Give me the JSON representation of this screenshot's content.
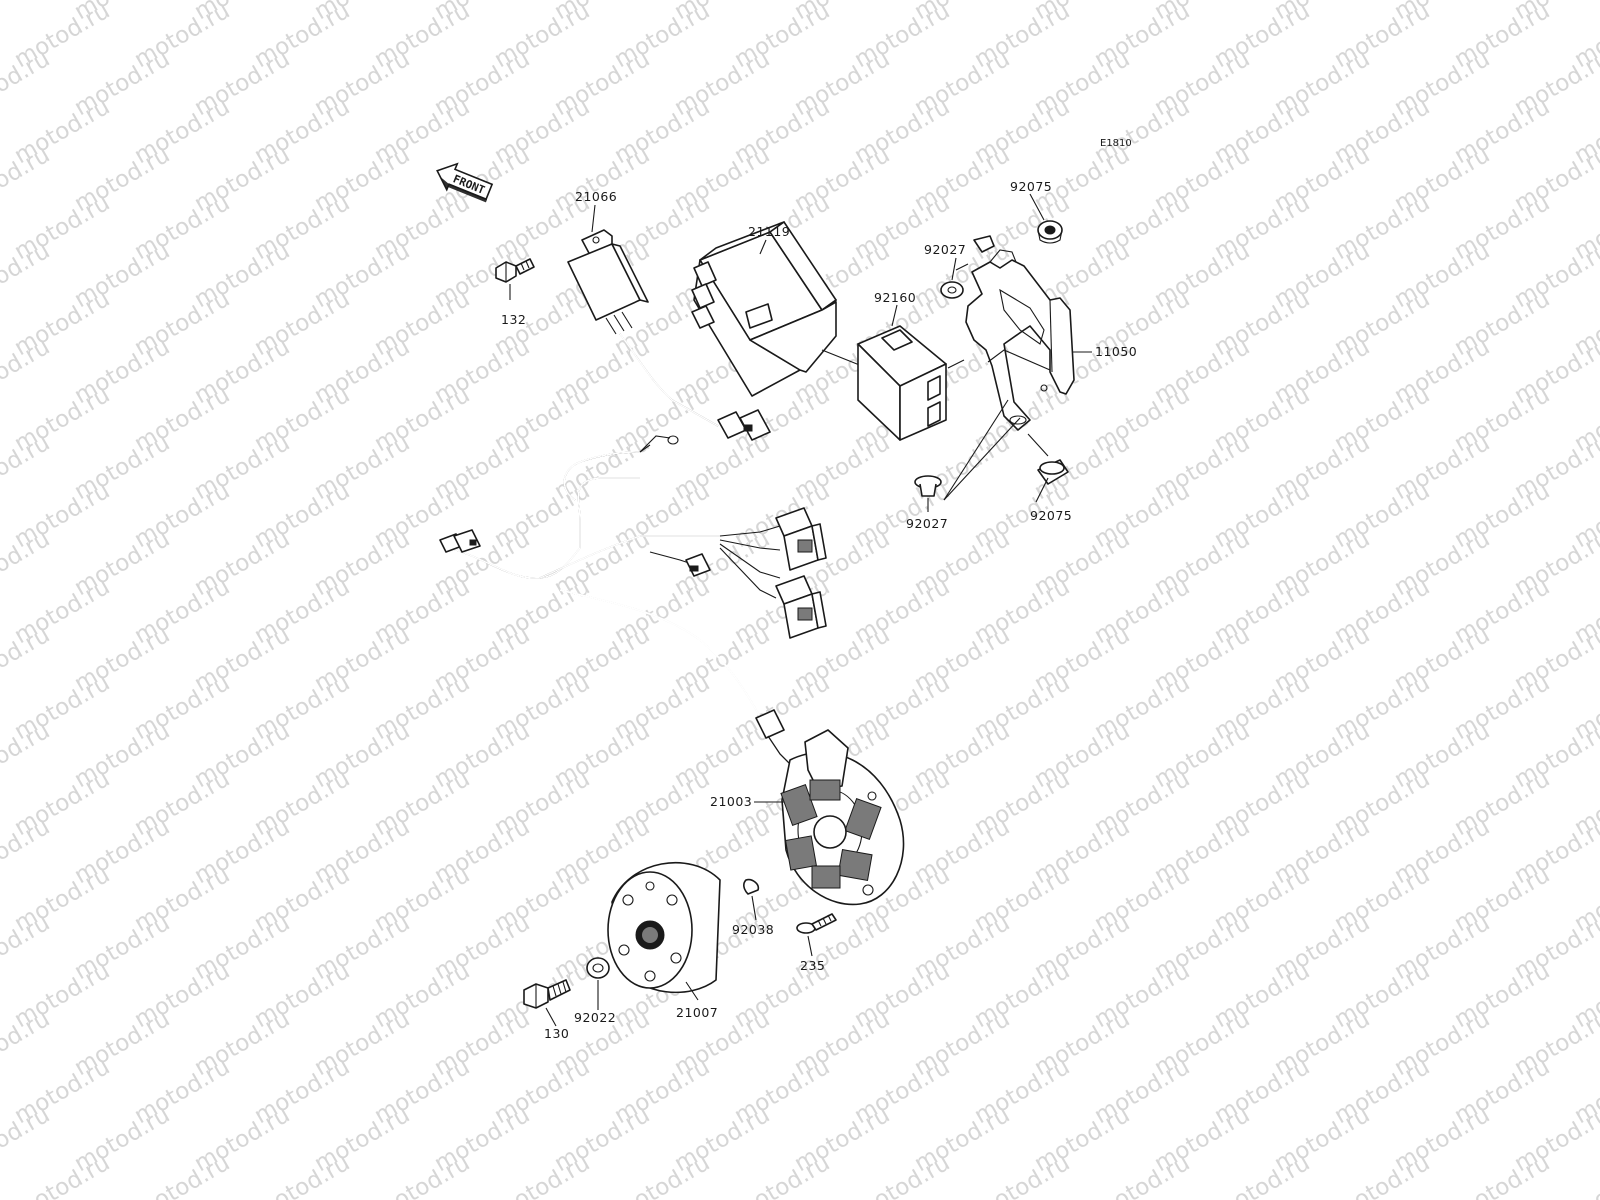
{
  "watermark_text": "motod.ru",
  "diagram_code": "E1810",
  "front_label": "FRONT",
  "parts": [
    {
      "id": "p21066",
      "number": "21066"
    },
    {
      "id": "p21119",
      "number": "21119"
    },
    {
      "id": "p132",
      "number": "132"
    },
    {
      "id": "p92075a",
      "number": "92075"
    },
    {
      "id": "p92027a",
      "number": "92027"
    },
    {
      "id": "p92160",
      "number": "92160"
    },
    {
      "id": "p11050",
      "number": "11050"
    },
    {
      "id": "p92027b",
      "number": "92027"
    },
    {
      "id": "p92075b",
      "number": "92075"
    },
    {
      "id": "p21003",
      "number": "21003"
    },
    {
      "id": "p92038",
      "number": "92038"
    },
    {
      "id": "p235",
      "number": "235"
    },
    {
      "id": "p92022",
      "number": "92022"
    },
    {
      "id": "p21007",
      "number": "21007"
    },
    {
      "id": "p130",
      "number": "130"
    }
  ]
}
